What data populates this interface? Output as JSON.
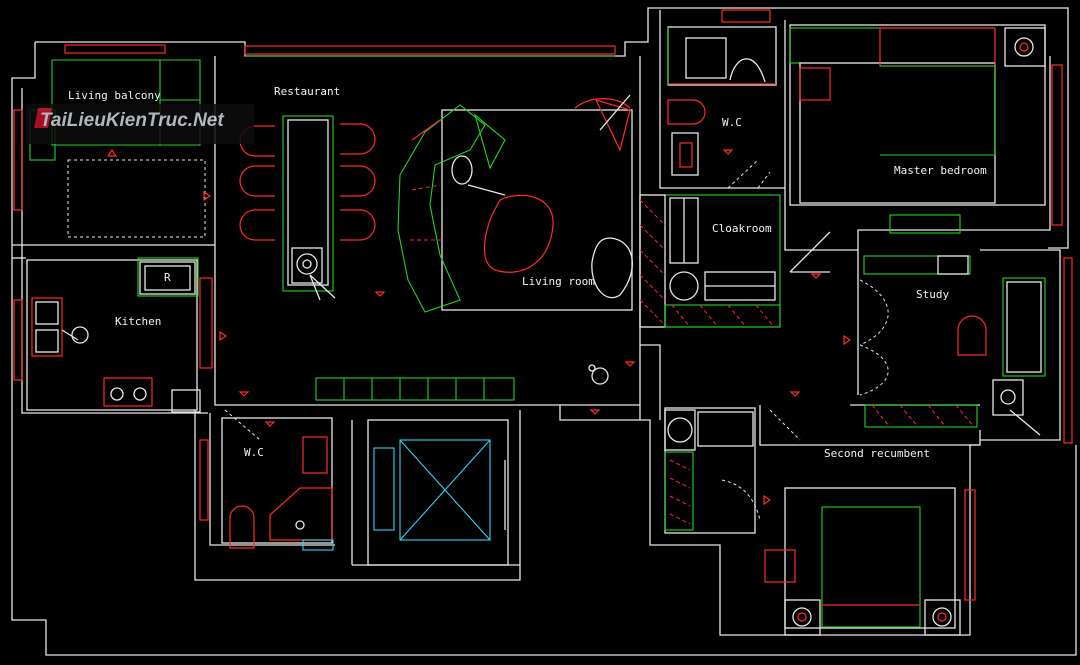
{
  "rooms": {
    "living_balcony": "Living balcony",
    "restaurant": "Restaurant",
    "wc_top": "W.C",
    "master_bedroom": "Master bedroom",
    "cloakroom": "Cloakroom",
    "living_room": "Living room",
    "kitchen": "Kitchen",
    "study": "Study",
    "wc_bottom": "W.C",
    "second_recumbent": "Second recumbent"
  },
  "fixtures": {
    "fridge_mark": "R"
  },
  "watermark": {
    "text": "TaiLieuKienTruc.Net"
  },
  "colors": {
    "background": "#000000",
    "wall": "#e8e8e8",
    "furniture_green": "#22d422",
    "furniture_red": "#ff2a2a",
    "elevator_cyan": "#2fd3ef"
  }
}
